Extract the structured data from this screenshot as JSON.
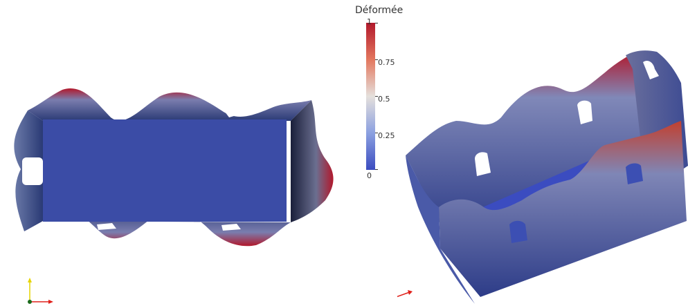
{
  "legend": {
    "title": "Déformée",
    "ticks": [
      "1",
      "0.75",
      "0.5",
      "0.25",
      "0"
    ]
  },
  "colors": {
    "low": "#3b4cc0",
    "mid": "#e5e0dc",
    "high": "#b2182b",
    "axis_x": "#e0201a",
    "axis_y": "#e6d400",
    "axis_z": "#1fbf1f"
  }
}
